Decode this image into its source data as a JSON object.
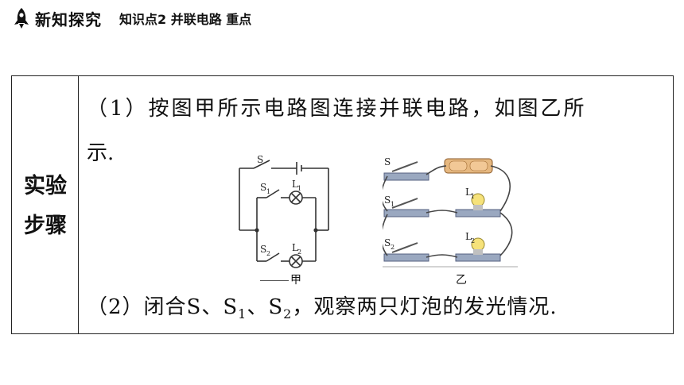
{
  "header": {
    "section_title": "新知探究",
    "topic": "知识点2  并联电路  重点"
  },
  "table": {
    "label_line1": "实验",
    "label_line2": "步骤",
    "step1_text": "（1）按图甲所示电路图连接并联电路，如图乙所",
    "step1_cont": "示.",
    "step2_prefix": "（2）闭合S、S",
    "step2_sub1": "1",
    "step2_mid": "、S",
    "step2_sub2": "2",
    "step2_suffix": "，观察两只灯泡的发光情况."
  },
  "figure_jia": {
    "caption": "甲",
    "labels": {
      "s": "S",
      "s1": "S",
      "s1_sub": "1",
      "s2": "S",
      "s2_sub": "2",
      "l1": "L",
      "l1_sub": "1",
      "l2": "L",
      "l2_sub": "2"
    }
  },
  "figure_yi": {
    "caption": "乙",
    "labels": {
      "s": "S",
      "s1": "S",
      "s1_sub": "1",
      "s2": "S",
      "s2_sub": "2",
      "l1": "L",
      "l1_sub": "1",
      "l2": "L",
      "l2_sub": "2"
    }
  },
  "colors": {
    "border": "#222222",
    "rocket": "#111111",
    "photo_base": "#9aa8c0",
    "battery": "#e6b880"
  }
}
